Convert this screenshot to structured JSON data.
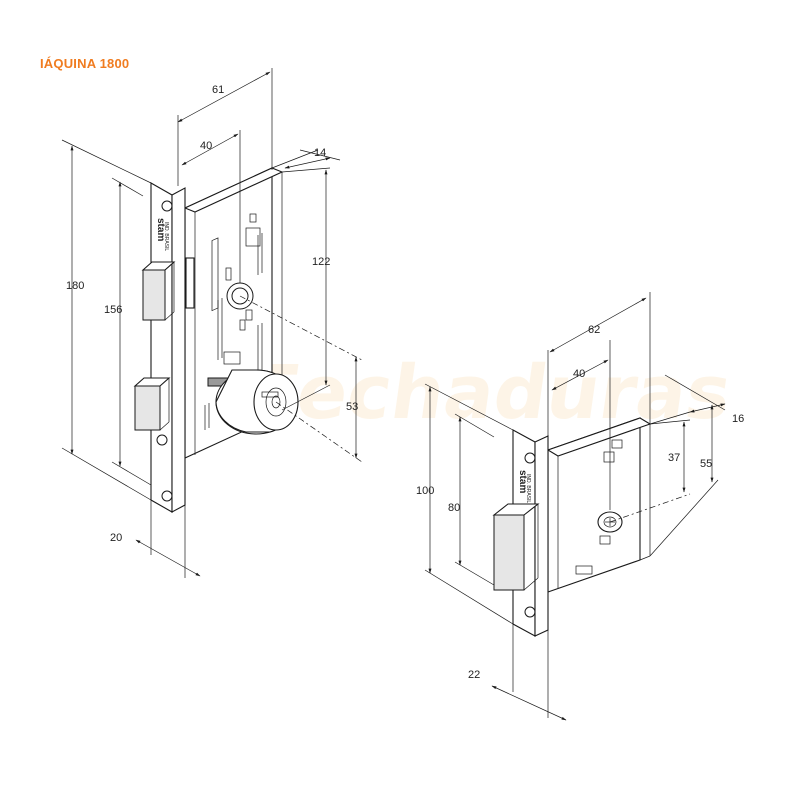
{
  "header": {
    "title": "IÁQUINA 1800",
    "title_color": "#f07c20"
  },
  "watermark": {
    "text": "Fechaduras",
    "color": "#f0a020"
  },
  "left_lock": {
    "engraving": "stam",
    "engraving_sub": "IND. BRASIL",
    "dimensions": {
      "backset_total": "61",
      "backset": "40",
      "depth_offset": "14",
      "height_faceplate": "180",
      "height_body": "156",
      "body_height_right": "122",
      "cylinder_to_handle": "53",
      "faceplate_width": "20"
    }
  },
  "right_lock": {
    "engraving": "stam",
    "engraving_sub": "IND. BRASIL",
    "dimensions": {
      "backset_total": "62",
      "backset": "40",
      "depth_offset": "16",
      "height_faceplate": "100",
      "height_body": "80",
      "center_height": "37",
      "body_height_right": "55",
      "faceplate_width": "22"
    }
  }
}
